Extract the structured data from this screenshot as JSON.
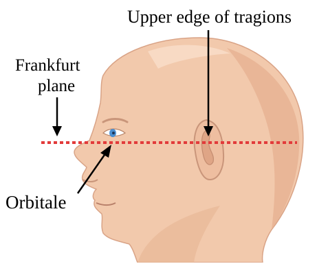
{
  "labels": {
    "upper_edge_of_tragions": "Upper edge of tragions",
    "frankfurt_plane_line1": "Frankfurt",
    "frankfurt_plane_line2": "plane",
    "orbitale": "Orbitale"
  },
  "colors": {
    "background": "#ffffff",
    "skin_base": "#f2c9ac",
    "skin_shadow": "#e6b292",
    "skin_highlight": "#f8dcc6",
    "iris": "#4b8fd1",
    "plane_line": "#e23b3b",
    "arrow": "#000000"
  }
}
